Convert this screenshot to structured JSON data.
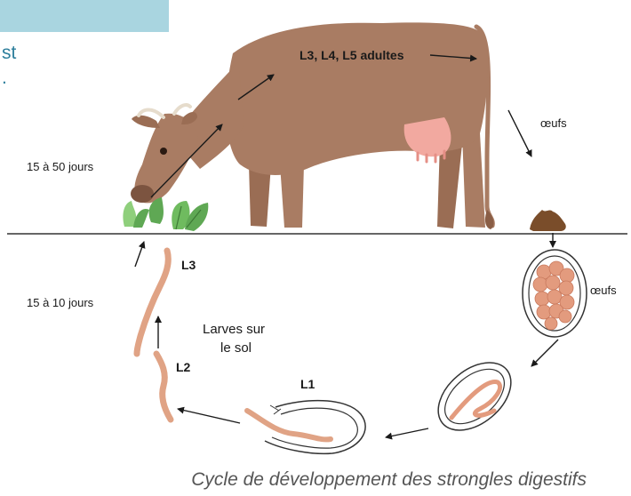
{
  "header": {
    "frag_line1": "st",
    "frag_line2": "."
  },
  "labels": {
    "adults": "L3, L4, L5 adultes",
    "eggs_top": "œufs",
    "eggs_side": "œufs",
    "days_50": "15 à 50 jours",
    "days_10": "15 à 10 jours",
    "l3": "L3",
    "l2": "L2",
    "l1": "L1",
    "larvae_line1": "Larves sur",
    "larvae_line2": "le sol"
  },
  "caption": "Cycle de développement des strongles digestifs",
  "colors": {
    "cow": "#a97c63",
    "udder": "#f2a9a0",
    "larva": "#e0a385",
    "egg": "#e39b7e",
    "grass": "#5fa854",
    "dung": "#7a4d2a",
    "banner": "#a9d5e0"
  }
}
